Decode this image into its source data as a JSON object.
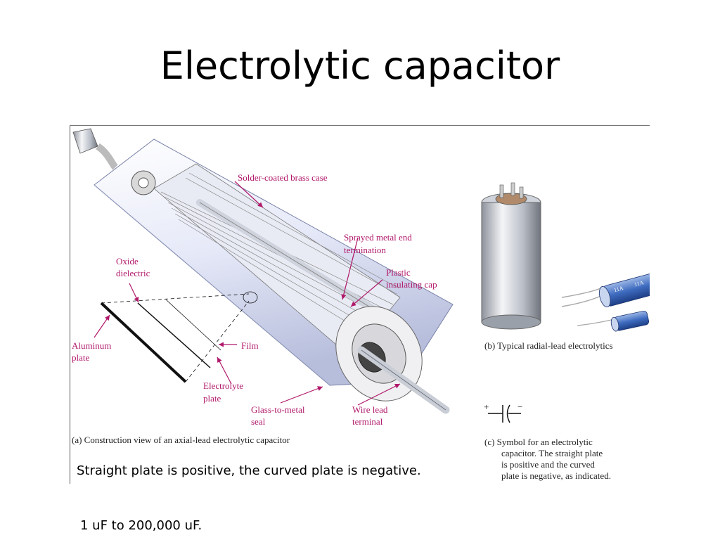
{
  "title": "Electrolytic capacitor",
  "figure": {
    "panel_a": {
      "caption": "(a)  Construction view of an axial-lead electrolytic capacitor",
      "labels": {
        "case": "Solder-coated brass case",
        "sprayed_1": "Sprayed metal end",
        "sprayed_2": "termination",
        "plastic_1": "Plastic",
        "plastic_2": "insulating cap",
        "oxide_1": "Oxide",
        "oxide_2": "dielectric",
        "aluminum_1": "Aluminum",
        "aluminum_2": "plate",
        "film": "Film",
        "electrolyte_1": "Electrolyte",
        "electrolyte_2": "plate",
        "glass_1": "Glass-to-metal",
        "glass_2": "seal",
        "wire_1": "Wire lead",
        "wire_2": "terminal"
      }
    },
    "panel_b": {
      "caption": "(b)  Typical radial-lead electrolytics",
      "print_a": "11A",
      "print_b": "11A"
    },
    "panel_c": {
      "plus": "+",
      "minus": "−",
      "caption_1": "(c)  Symbol for an electrolytic",
      "caption_2": "capacitor. The straight plate",
      "caption_3": "is positive and the curved",
      "caption_4": "plate is negative, as indicated."
    }
  },
  "statement": "Straight plate is positive, the curved plate is negative.",
  "range": "1 uF to 200,000 uF.",
  "colors": {
    "accent": "#b0186a",
    "metal": "#9aa3b8",
    "case_light": "#eef0fb"
  }
}
